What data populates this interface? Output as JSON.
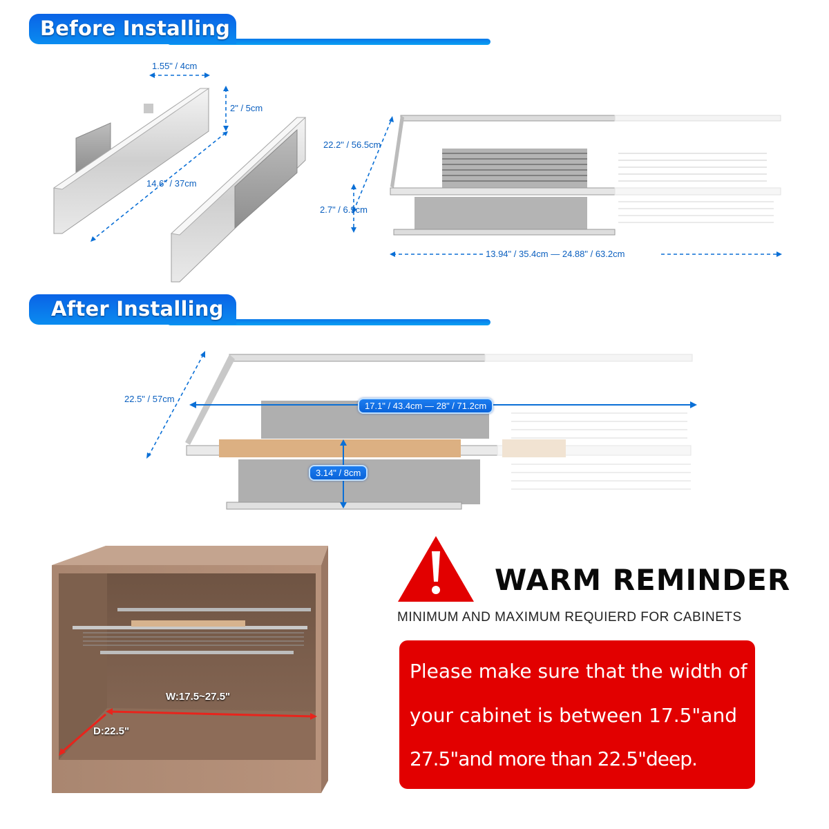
{
  "sections": {
    "before": {
      "title": "Before Installing"
    },
    "after": {
      "title": "After Installing"
    }
  },
  "rails": {
    "width_label": "1.55\" / 4cm",
    "height_label": "2\" / 5cm",
    "length_label": "14.6\" / 37cm"
  },
  "basket_before": {
    "depth_label": "22.2\" / 56.5cm",
    "height_label": "2.7\" / 6.9cm",
    "width_range_label": "13.94\" / 35.4cm — 24.88\" / 63.2cm"
  },
  "basket_after": {
    "depth_label": "22.5\" / 57cm",
    "width_range_label": "17.1\" / 43.4cm — 28\" / 71.2cm",
    "height_label": "3.14\" / 8cm"
  },
  "cabinet": {
    "width_label": "W:17.5~27.5\"",
    "depth_label": "D:22.5\""
  },
  "reminder": {
    "title": "WARM REMINDER",
    "subtitle": "MINIMUM AND MAXIMUM REQUIERD FOR CABINETS",
    "icon": "warning-triangle-icon",
    "lines": [
      "Please make sure that the width of",
      "your cabinet is between 17.5\"and",
      "27.5\"and more than 22.5\"deep."
    ]
  },
  "colors": {
    "banner_blue": "#0a78ea",
    "dimension_blue": "#0a5fbf",
    "warning_red": "#e20000",
    "measure_red": "#e8241c",
    "wood": "#dcb082",
    "cabinet_wood": "#a57e66"
  }
}
